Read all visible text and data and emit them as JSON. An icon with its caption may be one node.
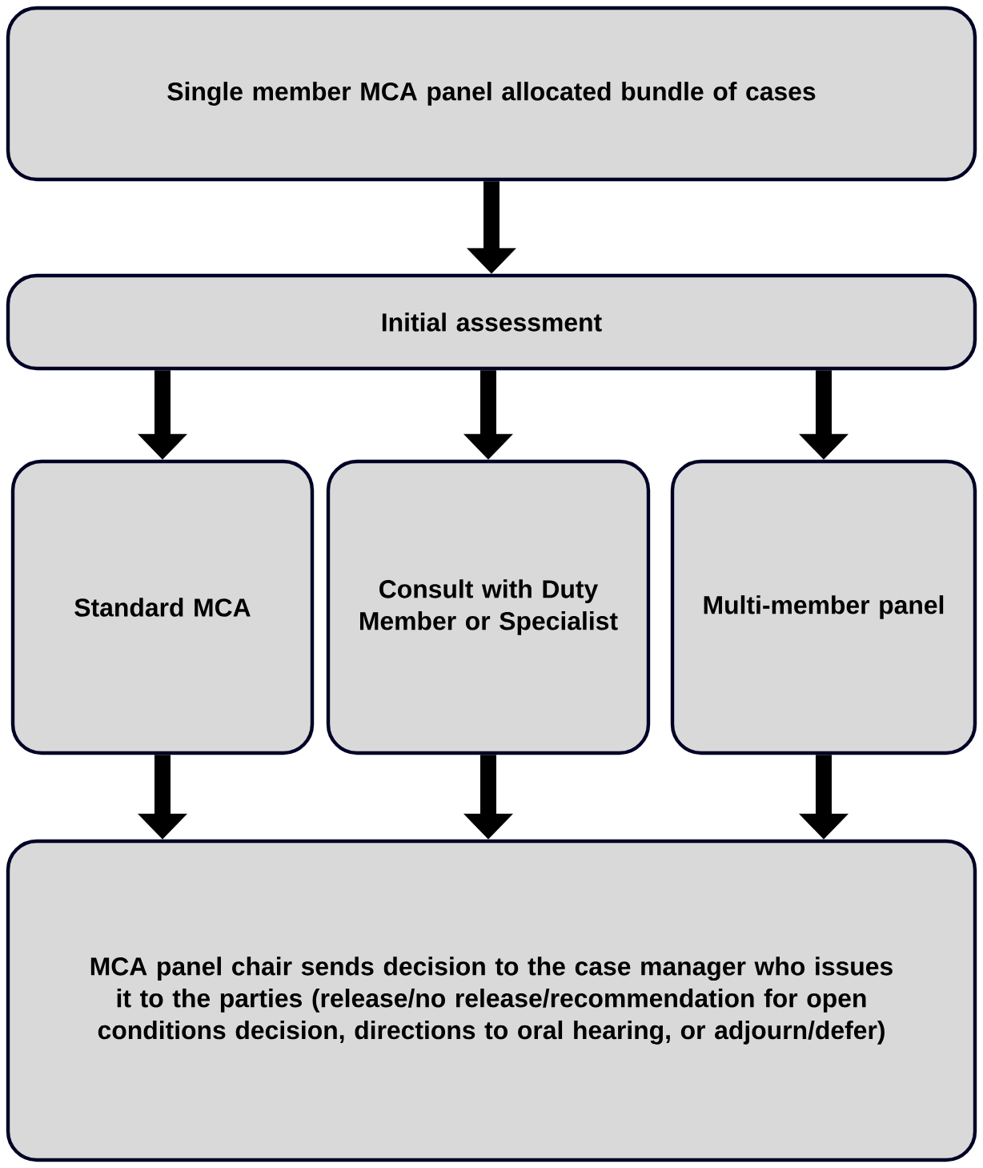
{
  "diagram": {
    "nodes": [
      {
        "text": [
          "Single member MCA panel allocated bundle of cases"
        ]
      },
      {
        "text": [
          "Initial assessment"
        ]
      },
      {
        "text": [
          "Standard MCA"
        ]
      },
      {
        "text": [
          "Consult with Duty Member or Specialist"
        ]
      },
      {
        "text": [
          "Multi-member panel"
        ]
      },
      {
        "text": [
          "MCA panel chair sends decision to the case manager who issues it to the parties (release/no release/recommendation for open conditions decision, directions to oral hearing, or adjourn/defer)"
        ]
      }
    ],
    "edges": [
      {
        "from": 0,
        "to": 1,
        "arrow": "to"
      },
      {
        "from": 1,
        "to": 2,
        "arrow": "to"
      },
      {
        "from": 1,
        "to": 3,
        "arrow": "to"
      },
      {
        "from": 1,
        "to": 4,
        "arrow": "to"
      },
      {
        "from": 2,
        "to": 5,
        "arrow": "to"
      },
      {
        "from": 3,
        "to": 5,
        "arrow": "to"
      },
      {
        "from": 4,
        "to": 5,
        "arrow": "to"
      }
    ]
  }
}
